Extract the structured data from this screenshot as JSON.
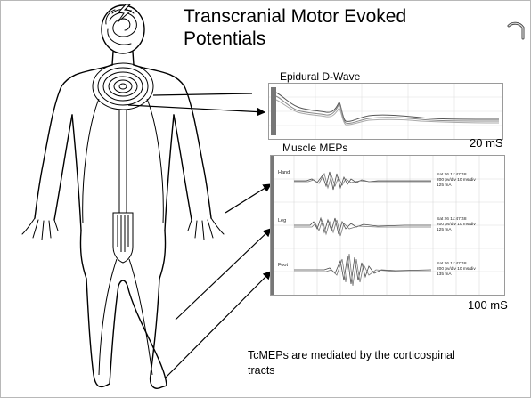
{
  "slide": {
    "title": "Transcranial Motor Evoked Potentials",
    "dwave_label": "Epidural D-Wave",
    "dwave_scale": "20 mS",
    "mep_label": "Muscle MEPs",
    "mep_scale": "100 mS",
    "caption": "TcMEPs are mediated by the corticospinal tracts"
  },
  "mep_channels": [
    {
      "label": "Hand",
      "stamp_time": "Sat 26 11:47:48",
      "stamp_filter": "200 pv/div 10 ms/div",
      "stamp_current": "125 mA"
    },
    {
      "label": "Leg",
      "stamp_time": "Sat 26 11:47:48",
      "stamp_filter": "200 pv/div 10 ms/div",
      "stamp_current": "125 mA"
    },
    {
      "label": "Foot",
      "stamp_time": "Sat 26 11:47:48",
      "stamp_filter": "200 pv/div 10 ms/div",
      "stamp_current": "135 mA"
    }
  ],
  "colors": {
    "trace": "#4a4a4a",
    "grid": "#d4d4d4",
    "outline": "#000000"
  },
  "icons": {
    "corner": "refresh-arc-icon",
    "head_spark": "lightning-icon"
  }
}
